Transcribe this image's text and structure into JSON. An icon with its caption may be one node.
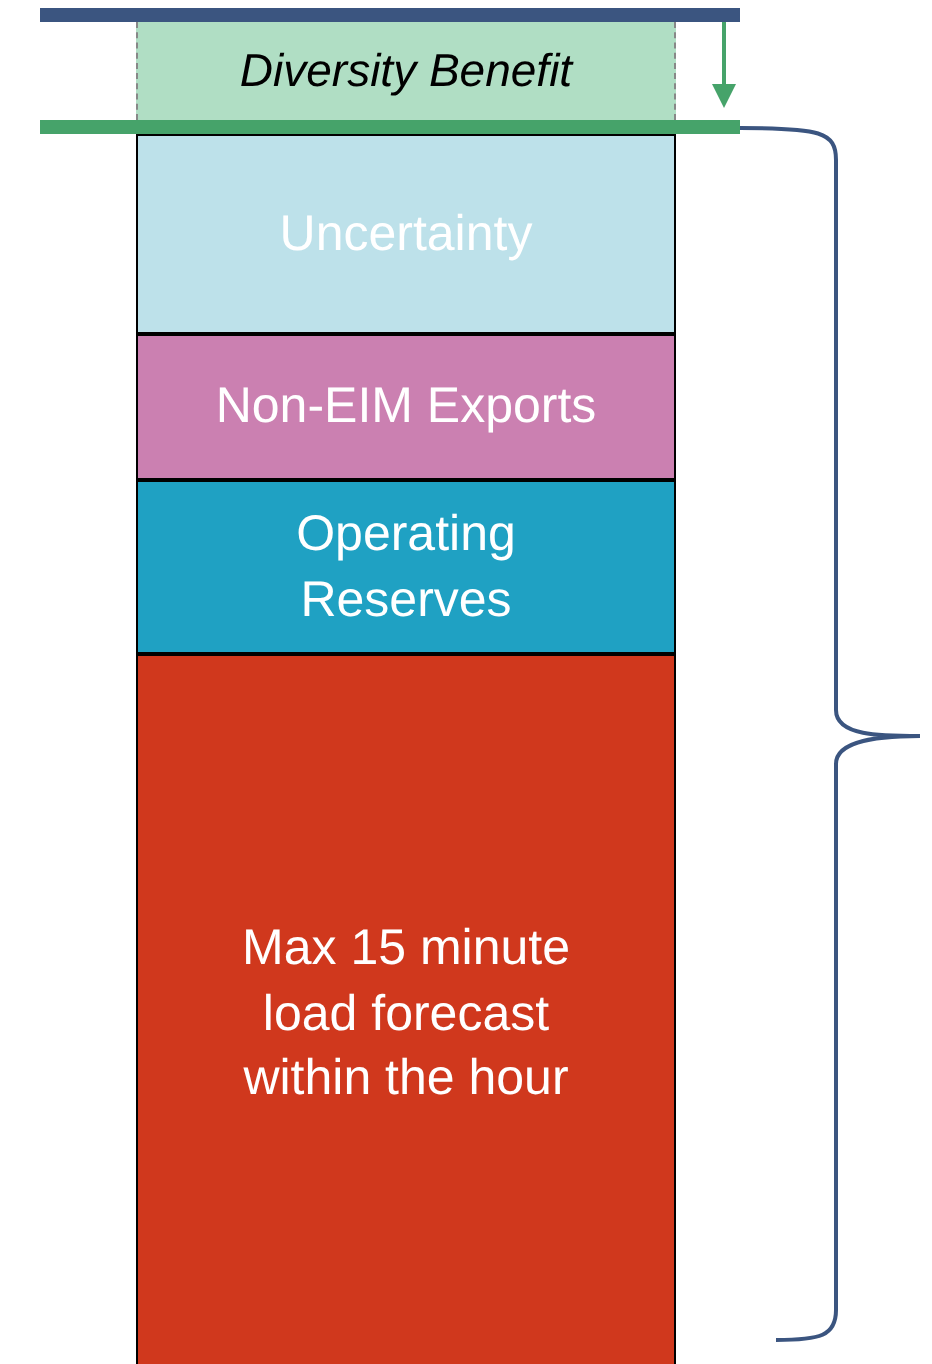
{
  "diagram": {
    "nodes": [
      {
        "text": [
          "Diversity Benefit"
        ]
      },
      {
        "text": [
          "Uncertainty"
        ]
      },
      {
        "text": [
          "Non-EIM Exports"
        ]
      },
      {
        "text": [
          "Operating Reserves"
        ]
      },
      {
        "text": [
          "Max 15 minute load forecast within the hour"
        ]
      }
    ]
  }
}
